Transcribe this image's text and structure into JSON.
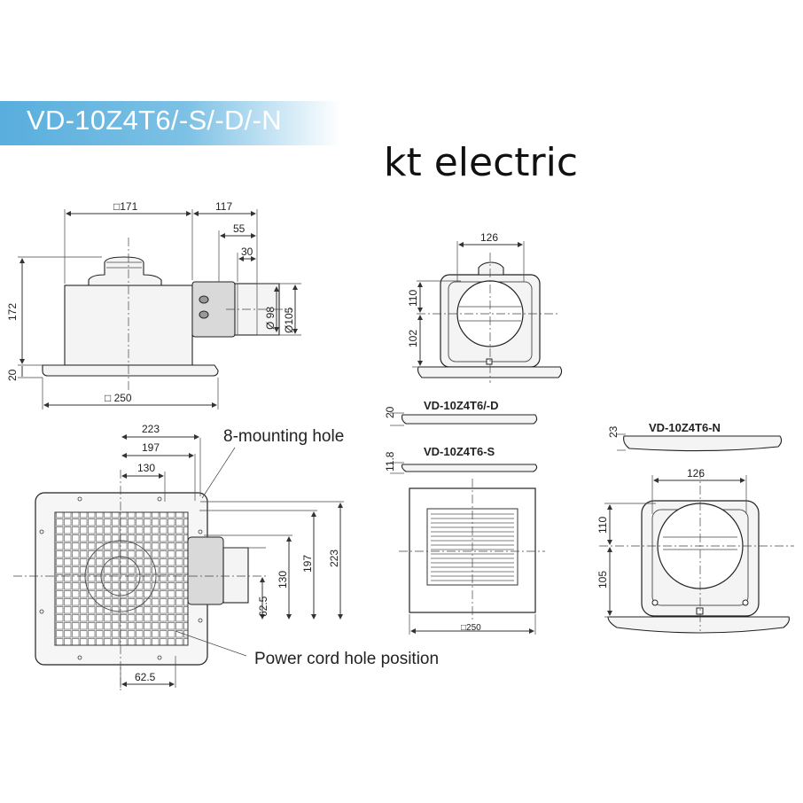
{
  "header": {
    "model_title": "VD-10Z4T6/-S/-D/-N",
    "brand": "kt electric"
  },
  "side_view": {
    "dim_width": "□171",
    "dim_duct_length": "117",
    "dim_duct_55": "55",
    "dim_duct_30": "30",
    "dim_height": "172",
    "dim_panel": "20",
    "dim_diam_98": "Ø 98",
    "dim_diam_105": "Ø105",
    "dim_panel_width": "□ 250"
  },
  "plan_view": {
    "dim_223": "223",
    "dim_197": "197",
    "dim_130": "130",
    "note_mounting": "8-mounting hole",
    "dim_v_223": "223",
    "dim_v_197": "197",
    "dim_v_130": "130",
    "dim_v_62_5": "62.5",
    "dim_bottom_62_5": "62.5",
    "note_power": "Power cord  hole position"
  },
  "front_view": {
    "dim_126": "126",
    "dim_110": "110",
    "dim_102": "102"
  },
  "variants": {
    "d_label": "VD-10Z4T6/-D",
    "d_dim": "20",
    "s_label": "VD-10Z4T6-S",
    "s_dim": "11.8",
    "grille_dim": "□250"
  },
  "n_variant": {
    "label": "VD-10Z4T6-N",
    "dim_23": "23",
    "dim_126": "126",
    "dim_110": "110",
    "dim_105": "105"
  }
}
